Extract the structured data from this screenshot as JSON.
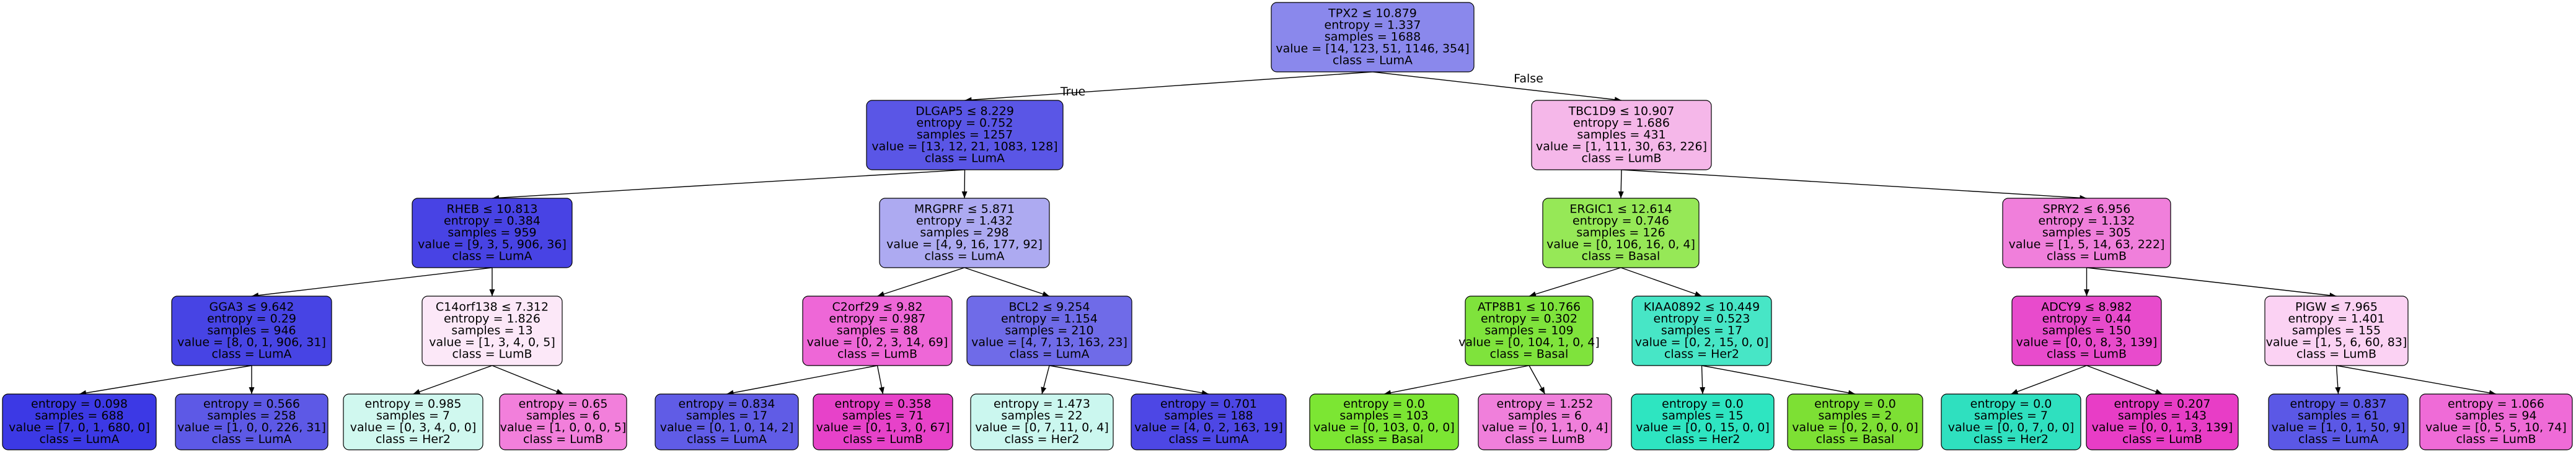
{
  "palette": {
    "LumA": [
      "#8a88ec",
      "#5a56e6",
      "#4843e4",
      "#4744e4",
      "#5d59e6",
      "#605ce6",
      "#5b58e6",
      "#4d47e5",
      "#6f6be8",
      "#adaaf1",
      "#3c39e5"
    ],
    "LumB": [
      "#f5b7e9",
      "#f07fdb",
      "#e84bcc",
      "#e83dc6",
      "#fbd2f3",
      "#fce8f8",
      "#f27fdb",
      "#e742c9",
      "#ee67d7",
      "#eb4ccd",
      "#ef6bd7"
    ],
    "Basal": [
      "#96e857",
      "#7fe33c",
      "#7ce633",
      "#7de034"
    ],
    "Her2": [
      "#47e6c6",
      "#2ee5c1",
      "#2fe0bf",
      "#d0f8ef",
      "#cbf7ef"
    ],
    "stroke": "#000000",
    "edge": "#000000",
    "background": "#ffffff"
  },
  "edge_labels": {
    "true": "True",
    "false": "False"
  },
  "nodes": [
    {
      "id": "n0",
      "color": "#8a88ec",
      "lines": [
        "TPX2 ≤ 10.879",
        "entropy = 1.337",
        "samples = 1688",
        "value = [14, 123, 51, 1146, 354]",
        "class = LumA"
      ]
    },
    {
      "id": "n1",
      "color": "#5a56e6",
      "lines": [
        "DLGAP5 ≤ 8.229",
        "entropy = 0.752",
        "samples = 1257",
        "value = [13, 12, 21, 1083, 128]",
        "class = LumA"
      ]
    },
    {
      "id": "n2",
      "color": "#f5b7e9",
      "lines": [
        "TBC1D9 ≤ 10.907",
        "entropy = 1.686",
        "samples = 431",
        "value = [1, 111, 30, 63, 226]",
        "class = LumB"
      ]
    },
    {
      "id": "n3",
      "color": "#4843e4",
      "lines": [
        "RHEB ≤ 10.813",
        "entropy = 0.384",
        "samples = 959",
        "value = [9, 3, 5, 906, 36]",
        "class = LumA"
      ]
    },
    {
      "id": "n4",
      "color": "#adaaf1",
      "lines": [
        "MRGPRF ≤ 5.871",
        "entropy = 1.432",
        "samples = 298",
        "value = [4, 9, 16, 177, 92]",
        "class = LumA"
      ]
    },
    {
      "id": "n5",
      "color": "#96e857",
      "lines": [
        "ERGIC1 ≤ 12.614",
        "entropy = 0.746",
        "samples = 126",
        "value = [0, 106, 16, 0, 4]",
        "class = Basal"
      ]
    },
    {
      "id": "n6",
      "color": "#f07fdb",
      "lines": [
        "SPRY2 ≤ 6.956",
        "entropy = 1.132",
        "samples = 305",
        "value = [1, 5, 14, 63, 222]",
        "class = LumB"
      ]
    },
    {
      "id": "n7",
      "color": "#4744e4",
      "lines": [
        "GGA3 ≤ 9.642",
        "entropy = 0.29",
        "samples = 946",
        "value = [8, 0, 1, 906, 31]",
        "class = LumA"
      ]
    },
    {
      "id": "n8",
      "color": "#fce8f8",
      "lines": [
        "C14orf138 ≤ 7.312",
        "entropy = 1.826",
        "samples = 13",
        "value = [1, 3, 4, 0, 5]",
        "class = LumB"
      ]
    },
    {
      "id": "n9",
      "color": "#ee67d7",
      "lines": [
        "C2orf29 ≤ 9.82",
        "entropy = 0.987",
        "samples = 88",
        "value = [0, 2, 3, 14, 69]",
        "class = LumB"
      ]
    },
    {
      "id": "n10",
      "color": "#6f6be8",
      "lines": [
        "BCL2 ≤ 9.254",
        "entropy = 1.154",
        "samples = 210",
        "value = [4, 7, 13, 163, 23]",
        "class = LumA"
      ]
    },
    {
      "id": "n11",
      "color": "#7fe33c",
      "lines": [
        "ATP8B1 ≤ 10.766",
        "entropy = 0.302",
        "samples = 109",
        "value = [0, 104, 1, 0, 4]",
        "class = Basal"
      ]
    },
    {
      "id": "n12",
      "color": "#47e6c6",
      "lines": [
        "KIAA0892 ≤ 10.449",
        "entropy = 0.523",
        "samples = 17",
        "value = [0, 2, 15, 0, 0]",
        "class = Her2"
      ]
    },
    {
      "id": "n13",
      "color": "#e84bcc",
      "lines": [
        "ADCY9 ≤ 8.982",
        "entropy = 0.44",
        "samples = 150",
        "value = [0, 0, 8, 3, 139]",
        "class = LumB"
      ]
    },
    {
      "id": "n14",
      "color": "#fbd2f3",
      "lines": [
        "PIGW ≤ 7.965",
        "entropy = 1.401",
        "samples = 155",
        "value = [1, 5, 6, 60, 83]",
        "class = LumB"
      ]
    },
    {
      "id": "n15",
      "color": "#3c39e5",
      "lines": [
        "entropy = 0.098",
        "samples = 688",
        "value = [7, 0, 1, 680, 0]",
        "class = LumA"
      ]
    },
    {
      "id": "n16",
      "color": "#5d59e6",
      "lines": [
        "entropy = 0.566",
        "samples = 258",
        "value = [1, 0, 0, 226, 31]",
        "class = LumA"
      ]
    },
    {
      "id": "n17",
      "color": "#d0f8ef",
      "lines": [
        "entropy = 0.985",
        "samples = 7",
        "value = [0, 3, 4, 0, 0]",
        "class = Her2"
      ]
    },
    {
      "id": "n18",
      "color": "#f27fdb",
      "lines": [
        "entropy = 0.65",
        "samples = 6",
        "value = [1, 0, 0, 0, 5]",
        "class = LumB"
      ]
    },
    {
      "id": "n19",
      "color": "#605ce6",
      "lines": [
        "entropy = 0.834",
        "samples = 17",
        "value = [0, 1, 0, 14, 2]",
        "class = LumA"
      ]
    },
    {
      "id": "n20",
      "color": "#e742c9",
      "lines": [
        "entropy = 0.358",
        "samples = 71",
        "value = [0, 1, 3, 0, 67]",
        "class = LumB"
      ]
    },
    {
      "id": "n21",
      "color": "#cbf7ef",
      "lines": [
        "entropy = 1.473",
        "samples = 22",
        "value = [0, 7, 11, 0, 4]",
        "class = Her2"
      ]
    },
    {
      "id": "n22",
      "color": "#4d47e5",
      "lines": [
        "entropy = 0.701",
        "samples = 188",
        "value = [4, 0, 2, 163, 19]",
        "class = LumA"
      ]
    },
    {
      "id": "n23",
      "color": "#7ce633",
      "lines": [
        "entropy = 0.0",
        "samples = 103",
        "value = [0, 103, 0, 0, 0]",
        "class = Basal"
      ]
    },
    {
      "id": "n24",
      "color": "#f07fdb",
      "lines": [
        "entropy = 1.252",
        "samples = 6",
        "value = [0, 1, 1, 0, 4]",
        "class = LumB"
      ]
    },
    {
      "id": "n25",
      "color": "#2ee5c1",
      "lines": [
        "entropy = 0.0",
        "samples = 15",
        "value = [0, 0, 15, 0, 0]",
        "class = Her2"
      ]
    },
    {
      "id": "n26",
      "color": "#7de034",
      "lines": [
        "entropy = 0.0",
        "samples = 2",
        "value = [0, 2, 0, 0, 0]",
        "class = Basal"
      ]
    },
    {
      "id": "n27",
      "color": "#2fe0bf",
      "lines": [
        "entropy = 0.0",
        "samples = 7",
        "value = [0, 0, 7, 0, 0]",
        "class = Her2"
      ]
    },
    {
      "id": "n28",
      "color": "#e83dc6",
      "lines": [
        "entropy = 0.207",
        "samples = 143",
        "value = [0, 0, 1, 3, 139]",
        "class = LumB"
      ]
    },
    {
      "id": "n29",
      "color": "#5b58e6",
      "lines": [
        "entropy = 0.837",
        "samples = 61",
        "value = [1, 0, 1, 50, 9]",
        "class = LumA"
      ]
    },
    {
      "id": "n30",
      "color": "#ef6bd7",
      "lines": [
        "entropy = 1.066",
        "samples = 94",
        "value = [0, 5, 5, 10, 74]",
        "class = LumB"
      ]
    }
  ],
  "edges": [
    {
      "from": "n0",
      "to": "n1",
      "label": "true"
    },
    {
      "from": "n0",
      "to": "n2",
      "label": "false"
    },
    {
      "from": "n1",
      "to": "n3"
    },
    {
      "from": "n1",
      "to": "n4"
    },
    {
      "from": "n2",
      "to": "n5"
    },
    {
      "from": "n2",
      "to": "n6"
    },
    {
      "from": "n3",
      "to": "n7"
    },
    {
      "from": "n3",
      "to": "n8"
    },
    {
      "from": "n4",
      "to": "n9"
    },
    {
      "from": "n4",
      "to": "n10"
    },
    {
      "from": "n5",
      "to": "n11"
    },
    {
      "from": "n5",
      "to": "n12"
    },
    {
      "from": "n6",
      "to": "n13"
    },
    {
      "from": "n6",
      "to": "n14"
    },
    {
      "from": "n7",
      "to": "n15"
    },
    {
      "from": "n7",
      "to": "n16"
    },
    {
      "from": "n8",
      "to": "n17"
    },
    {
      "from": "n8",
      "to": "n18"
    },
    {
      "from": "n9",
      "to": "n19"
    },
    {
      "from": "n9",
      "to": "n20"
    },
    {
      "from": "n10",
      "to": "n21"
    },
    {
      "from": "n10",
      "to": "n22"
    },
    {
      "from": "n11",
      "to": "n23"
    },
    {
      "from": "n11",
      "to": "n24"
    },
    {
      "from": "n12",
      "to": "n25"
    },
    {
      "from": "n12",
      "to": "n26"
    },
    {
      "from": "n13",
      "to": "n27"
    },
    {
      "from": "n13",
      "to": "n28"
    },
    {
      "from": "n14",
      "to": "n29"
    },
    {
      "from": "n14",
      "to": "n30"
    }
  ]
}
